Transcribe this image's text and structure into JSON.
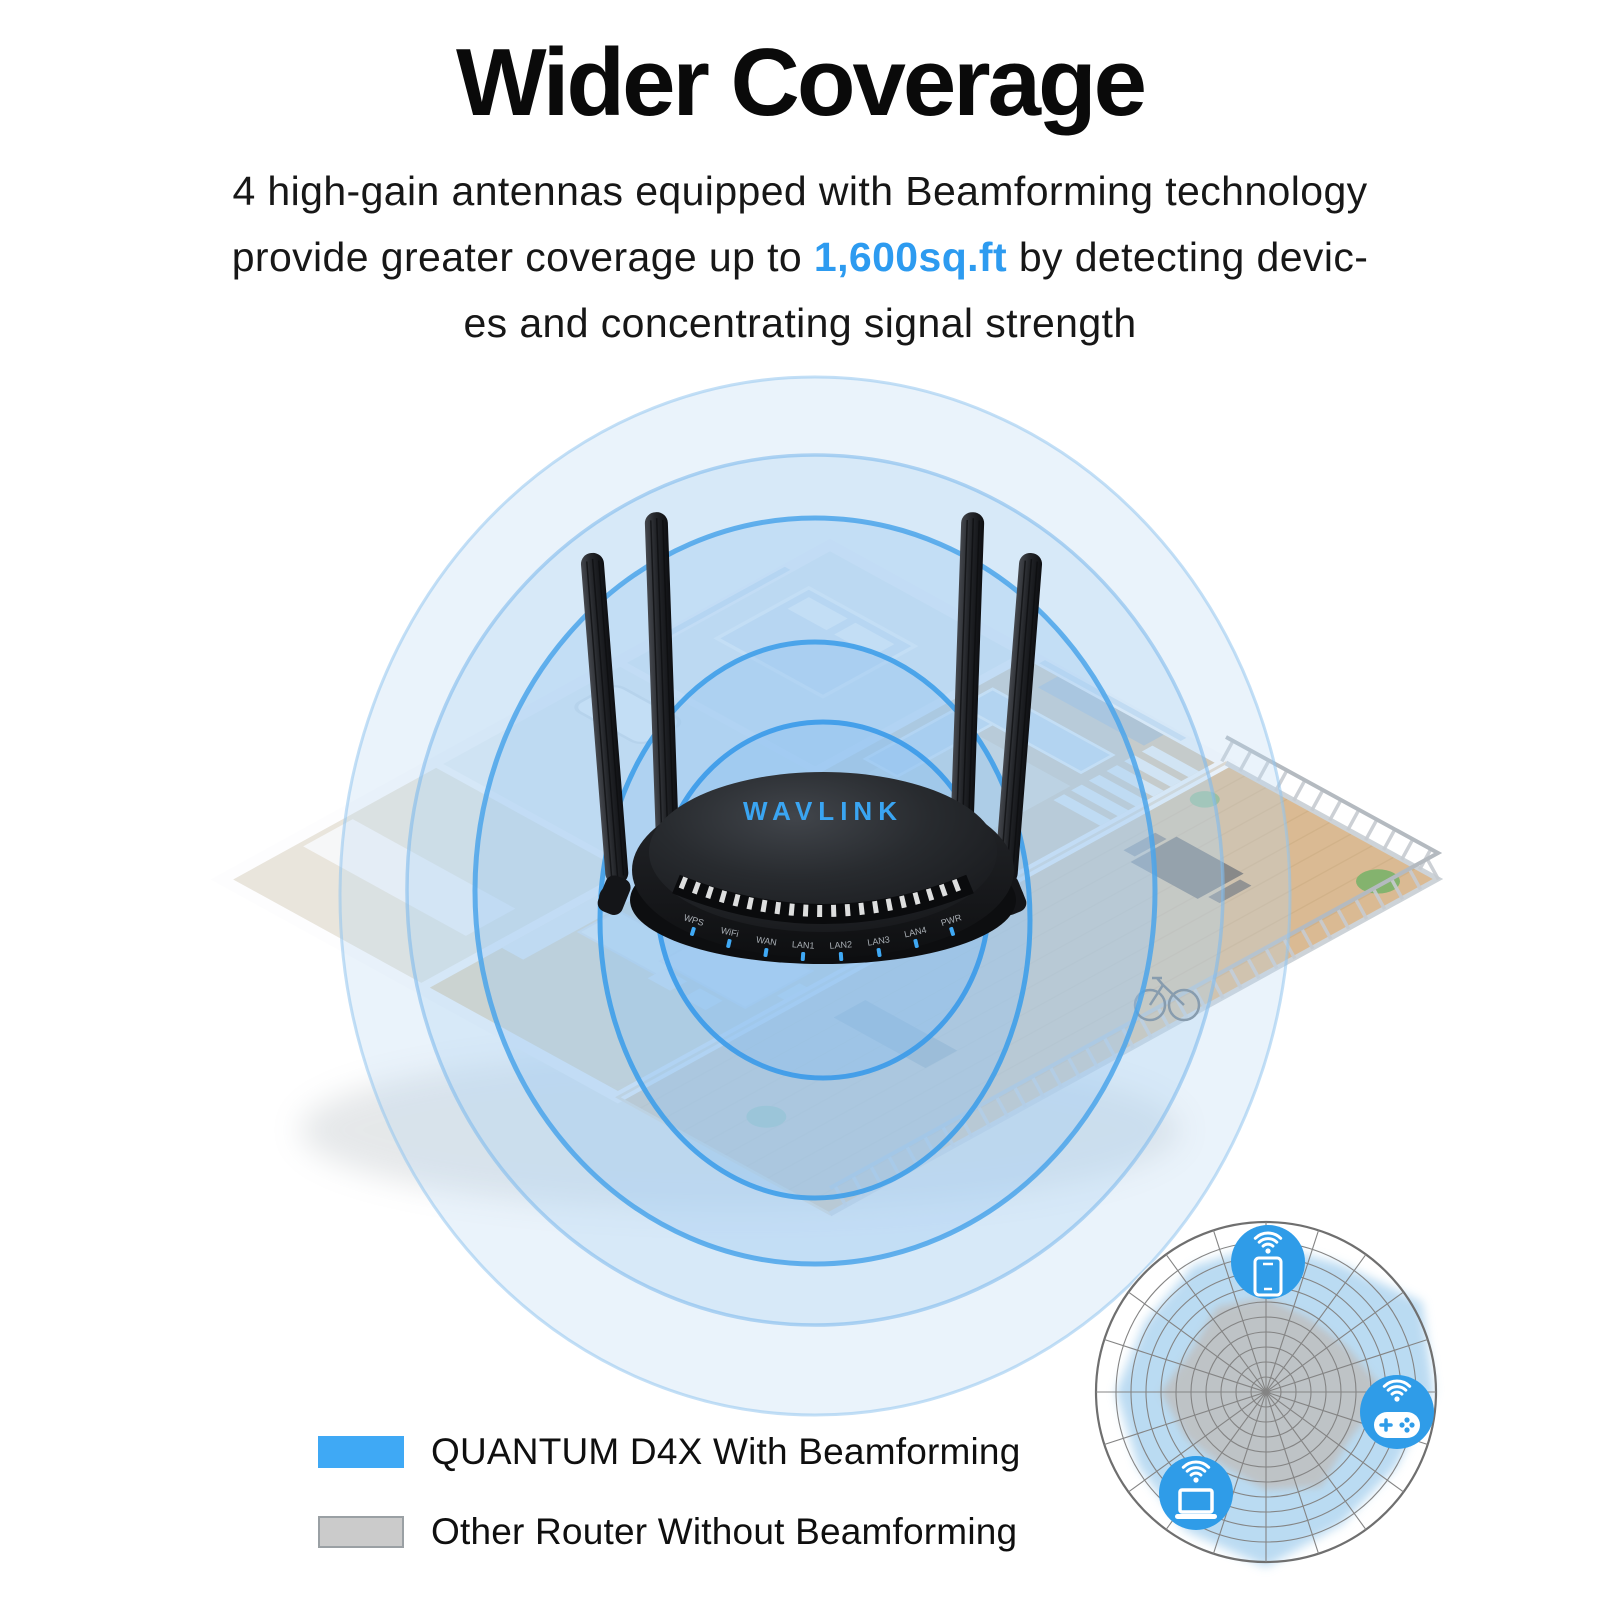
{
  "page": {
    "background": "#ffffff"
  },
  "header": {
    "title": "Wider Coverage",
    "line1": "4 high-gain antennas equipped with Beamforming technology",
    "line2_pre": "provide greater coverage up to ",
    "line2_highlight": "1,600sq.ft",
    "line2_post": " by detecting devic-",
    "line3": "es and concentrating signal strength",
    "highlight_color": "#2d9bf0"
  },
  "hero": {
    "rings": {
      "count": 5,
      "border_color": "#42a0ea",
      "fill_color": "#cfe4f7"
    },
    "router": {
      "brand": "WAVLINK",
      "brand_color": "#3aa5f2",
      "antenna_count": 4,
      "led_labels": [
        "WPS",
        "WiFi",
        "WAN",
        "LAN1",
        "LAN2",
        "LAN3",
        "LAN4",
        "PWR"
      ]
    }
  },
  "radar": {
    "accent_color": "#2f9ce8",
    "grid_color": "#848484",
    "coverage_blue_color": "#b5d8f1",
    "coverage_gray_color": "#bfbfbf",
    "icons": [
      {
        "name": "smartphone-wifi"
      },
      {
        "name": "game-controller-wifi"
      },
      {
        "name": "laptop-wifi"
      }
    ]
  },
  "legend": {
    "items": [
      {
        "label": "QUANTUM D4X With Beamforming",
        "swatch_color": "#3fa9f5"
      },
      {
        "label": "Other Router Without Beamforming",
        "swatch_color": "#cbcbcb"
      }
    ]
  }
}
